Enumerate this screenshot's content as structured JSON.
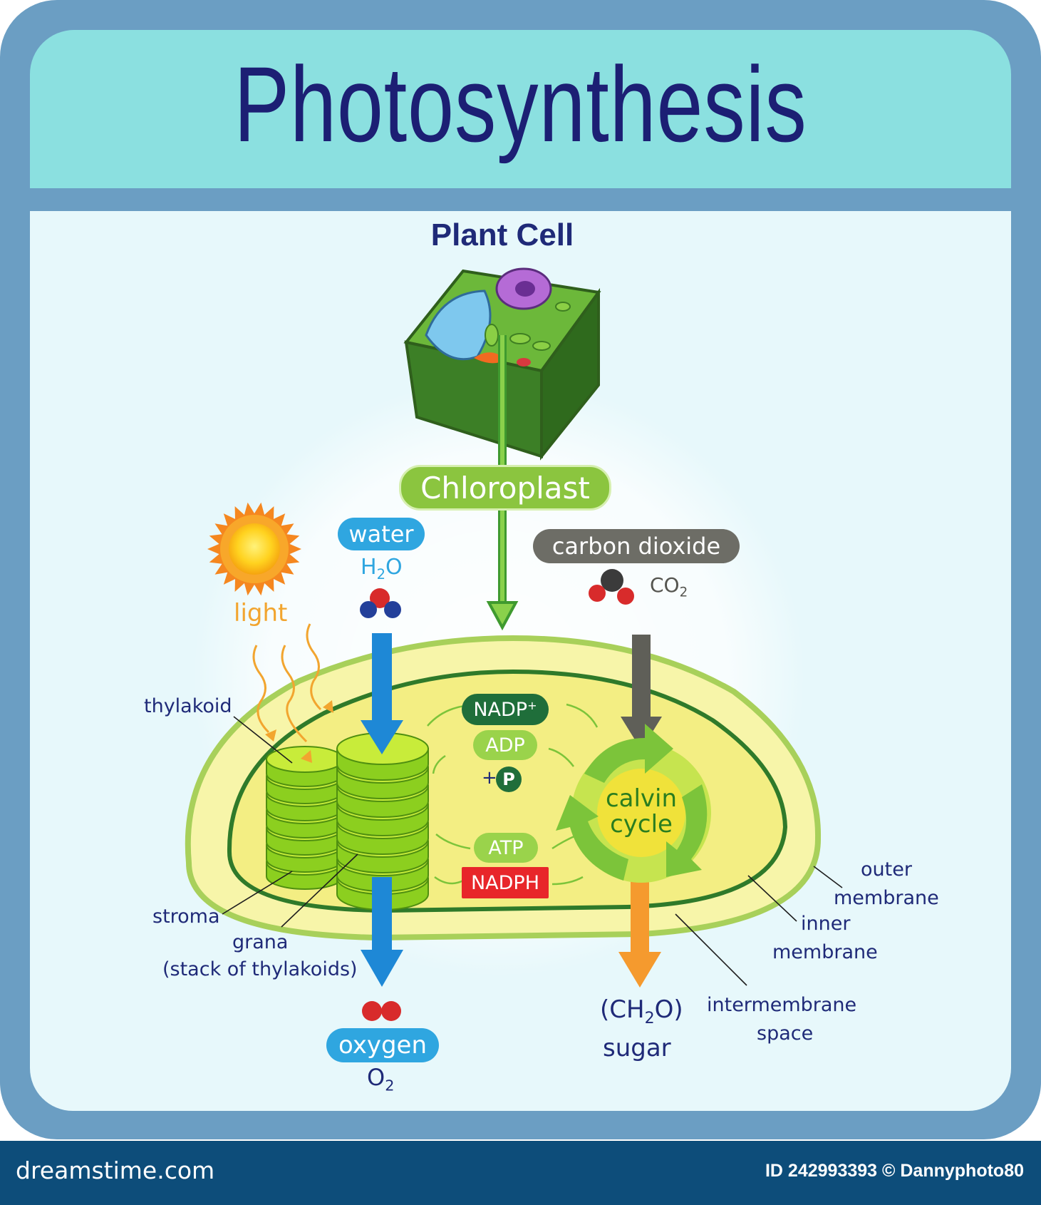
{
  "title": "Photosynthesis",
  "subtitle": "Plant Cell",
  "pills": {
    "chloroplast": "Chloroplast",
    "water": "water",
    "carbon_dioxide": "carbon dioxide",
    "oxygen": "oxygen",
    "nadp": "NADP",
    "nadp_sup": "+",
    "adp": "ADP",
    "phosphate": "P",
    "phosphate_prefix": "+",
    "atp": "ATP",
    "nadph": "NADPH"
  },
  "formulas": {
    "h2o_h": "H",
    "h2o_sub": "2",
    "h2o_o": "O",
    "co2_main": "CO",
    "co2_sub": "2",
    "o2_main": "O",
    "o2_sub": "2",
    "ch2o_open": "(CH",
    "ch2o_sub": "2",
    "ch2o_close": "O)"
  },
  "labels": {
    "light": "light",
    "thylakoid": "thylakoid",
    "stroma": "stroma",
    "grana_line1": "grana",
    "grana_line2": "(stack of thylakoids)",
    "calvin_line1": "calvin",
    "calvin_line2": "cycle",
    "sugar": "sugar",
    "outer_line1": "outer",
    "outer_line2": "membrane",
    "inner_line1": "inner",
    "inner_line2": "membrane",
    "intermembrane_line1": "intermembrane",
    "intermembrane_line2": "space"
  },
  "footer": {
    "brand": "dreamstime.com",
    "id_text": "ID 242993393 © Dannyphoto80"
  },
  "colors": {
    "frame": "#6b9ec3",
    "title_band": "#8be0e0",
    "panel": "#e7f8fb",
    "title_text": "#1c1f74",
    "label_text": "#1f2a78",
    "chloroplast_pill": "#8bc53f",
    "water_pill": "#2fa6e0",
    "co2_pill": "#6d6d66",
    "nadp_pill": "#1f6e3a",
    "adp_atp_pill": "#9ad34b",
    "nadph_pill": "#e8262a",
    "water_arrow": "#1e88d6",
    "co2_arrow": "#5f5f58",
    "sugar_arrow": "#f59a2e",
    "footer": "#0d4d7a"
  }
}
